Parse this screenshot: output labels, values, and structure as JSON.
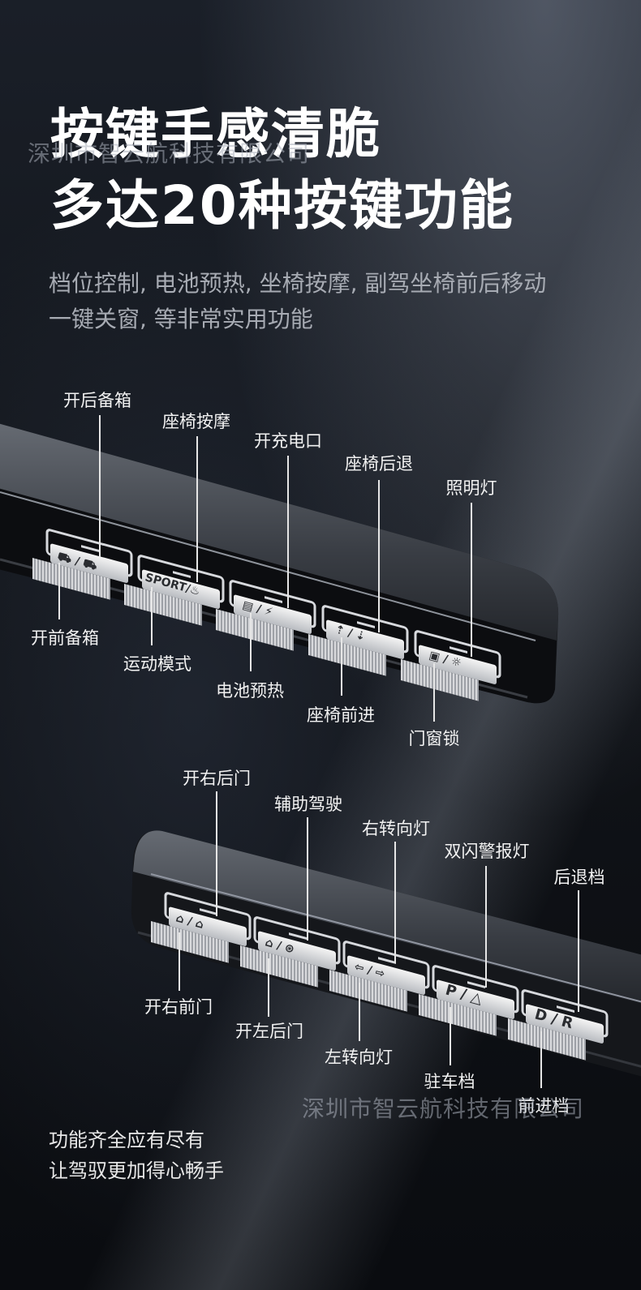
{
  "headline": {
    "line1": "按键手感清脆",
    "line2": "多达20种按键功能"
  },
  "description": {
    "line1": "档位控制, 电池预热, 坐椅按摩, 副驾坐椅前后移动",
    "line2": "一键关窗, 等非常实用功能"
  },
  "watermark": "深圳市智云航科技有限公司",
  "panel1": {
    "top_labels": [
      "开后备箱",
      "座椅按摩",
      "开充电口",
      "座椅后退",
      "照明灯"
    ],
    "bottom_labels": [
      "开前备箱",
      "运动模式",
      "电池预热",
      "座椅前进",
      "门窗锁"
    ],
    "key_glyphs": [
      "⛟ / ⛟",
      "SPORT/♨",
      "▤ / ⚡",
      "⇡ / ⇣",
      "▣ / ☼"
    ]
  },
  "panel2": {
    "top_labels": [
      "开右后门",
      "辅助驾驶",
      "右转向灯",
      "双闪警报灯",
      "后退档"
    ],
    "bottom_labels": [
      "开右前门",
      "开左后门",
      "左转向灯",
      "驻车档",
      "前进档"
    ],
    "key_glyphs": [
      "⌂ / ⌂",
      "⌂ / ⊛",
      "⇦ / ⇨",
      "P / △",
      "D / R"
    ]
  },
  "closing": {
    "line1": "功能齐全应有尽有",
    "line2": "让驾驭更加得心畅手"
  }
}
